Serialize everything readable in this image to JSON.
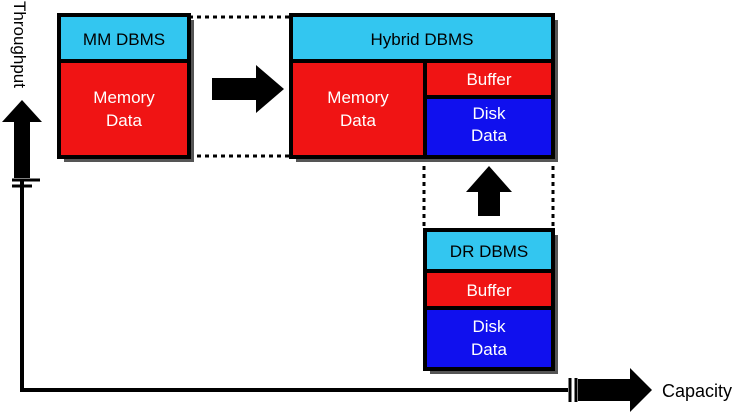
{
  "axes": {
    "y_label": "Throughput",
    "x_label": "Capacity"
  },
  "mm_dbms": {
    "title": "MM DBMS",
    "memory_line1": "Memory",
    "memory_line2": "Data"
  },
  "hybrid_dbms": {
    "title": "Hybrid DBMS",
    "memory_line1": "Memory",
    "memory_line2": "Data",
    "buffer": "Buffer",
    "disk_line1": "Disk",
    "disk_line2": "Data"
  },
  "dr_dbms": {
    "title": "DR DBMS",
    "buffer": "Buffer",
    "disk_line1": "Disk",
    "disk_line2": "Data"
  },
  "colors": {
    "header": "#33c6f0",
    "memory": "#f01414",
    "disk": "#1010ee",
    "outline": "#000000",
    "text_light": "#ffffff",
    "text_dark": "#000000"
  }
}
